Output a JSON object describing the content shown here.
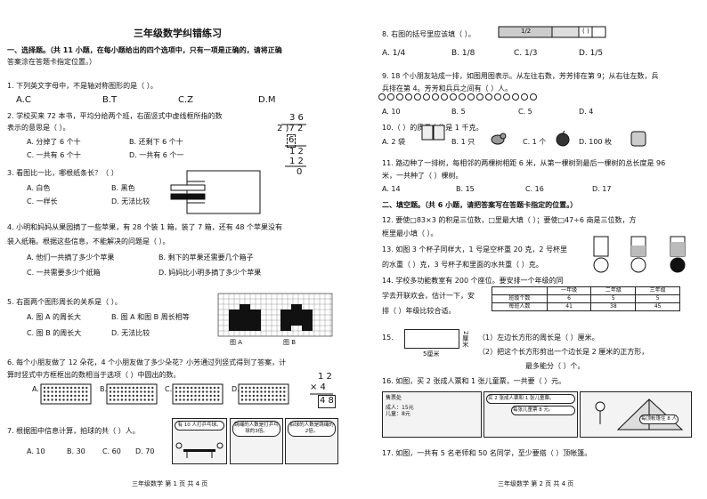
{
  "left": {
    "title": "三年级数学纠错练习",
    "sec1_line1": "一、选择题。（共 11 小题，在每小题给出的四个选项中，只有一项是正确的，请将正确",
    "sec1_line2": "答案涂在答题卡指定位置。）",
    "q1": {
      "text": "1. 下列英文字母中，不是轴对称图形的是（    ）。",
      "opts": [
        "A.C",
        "B.T",
        "C.Z",
        "D.M"
      ]
    },
    "q2": {
      "line1": "2. 学校买来 72 本书，平均分给两个班，右面竖式中虚线框所指的数",
      "line2": "表示的意思是（    ）。",
      "opts": [
        "A. 分掉了 6 个十",
        "B. 还剩下 6 个十",
        "C. 一共有 6 个十",
        "D. 一共有 6 个一"
      ],
      "calc": [
        "3 6",
        "2 )7 2",
        "6",
        "1 2",
        "1 2",
        "0"
      ]
    },
    "q3": {
      "text": "3. 看图比一比，哪根纸条长？（    ）",
      "opts": [
        "A. 白色",
        "B. 黑色",
        "C. 一样长",
        "D. 无法比较"
      ]
    },
    "q4": {
      "line1": "4. 小明和妈妈从果园摘了一些苹果，有 28 个装 1 箱，装了 7 箱，还有 48 个苹果没有",
      "line2": "装入纸箱。根据这些信息，不能解决的问题是（    ）。",
      "opts": [
        "A. 他们一共摘了多少个苹果",
        "B. 剩下的苹果还需要几个箱子",
        "C. 一共需要多少个纸箱",
        "D. 妈妈比小明多摘了多少个苹果"
      ]
    },
    "q5": {
      "text": "5. 右面两个图形周长的关系是（    ）。",
      "opts": [
        "A. 图 A 的周长大",
        "B. 图 A 和图 B 周长相等",
        "C. 图 B 的周长大",
        "D. 无法比较"
      ],
      "figA": "图 A",
      "figB": "图 B"
    },
    "q6": {
      "line1": "6. 每个小朋友做了 12 朵花，4 个小朋友做了多少朵花？小芳通过列竖式得到了答案，计",
      "line2": "算时竖式中方框框出的数相当于选项（    ）中圆出的数。",
      "opts": [
        "A.",
        "B.",
        "C.",
        "D."
      ],
      "calc": [
        "1 2",
        "× 4",
        "4 8"
      ]
    },
    "q7": {
      "text": "7. 根据图中信息计算，拍球的共（    ）人。",
      "opts": [
        "A. 10",
        "B. 30",
        "C. 60",
        "D. 70"
      ],
      "bubbles": [
        "有 10 人打乒乓球。",
        "跳绳的人数是打乒乓球的3倍。",
        "拍球的人数是跳绳的2倍。"
      ]
    },
    "footer": "三年级数学 第 1 页 共 4 页"
  },
  "right": {
    "q8": {
      "text": "8. 右图的括号里应该填（    ）。",
      "opts": [
        "A. 1/4",
        "B. 1/8",
        "C. 1/3",
        "D. 1/5"
      ],
      "bar_label": "1/2",
      "bar_blank": "(   )"
    },
    "q9": {
      "line1": "9. 18 个小朋友站成一排，如图用图表示。从左往右数，芳芳排在第 9；从右往左数，兵",
      "line2": "兵排在第 4。芳芳和兵兵之间有（    ）人。",
      "opts": [
        "A. 10",
        "B. 5",
        "C. 5",
        "D. 4"
      ]
    },
    "q10": {
      "text": "10.（    ）的质量大约是 1 千克。",
      "opts": [
        "A. 2 袋",
        "B. 1 只",
        "C. 1 个",
        "D. 100 枚"
      ]
    },
    "q11": {
      "line1": "11. 路边种了一排树，每相邻的两棵树相距 6 米，从第一棵树到最后一棵树的总长度是 96",
      "line2": "米，一共种了（    ）棵树。",
      "opts": [
        "A. 14",
        "B. 15",
        "C. 16",
        "D. 17"
      ]
    },
    "sec2": "二、填空题。（共 6 小题，请把答案写在答题卡指定的位置。）",
    "q12": {
      "line1": "12. 要使□83×3 的积是三位数，□里最大填（    ）；要使□47÷6 商是三位数，方",
      "line2": "框里最小填（    ）。"
    },
    "q13": {
      "line1": "13. 如图 3 个杯子同样大，1 号是空杯重 20 克，2 号杯里",
      "line2": "的水重（    ）克，3 号杯子和里面的水共重（    ）克。"
    },
    "q14": {
      "line1": "14. 学校多功能教室有 200 个座位。要安排一个年级的同",
      "line2": "学去开联欢会，估计一下，安",
      "line3": "排（    ）年级比较合适。",
      "headers": [
        "",
        "一年级",
        "二年级",
        "三年级"
      ],
      "rows": [
        [
          "班级个数",
          "6",
          "5",
          "5"
        ],
        [
          "每班人数",
          "41",
          "38",
          "45"
        ]
      ]
    },
    "q15": {
      "num": "15.",
      "l1": "（1）左边长方形的周长是（    ）厘米。",
      "l2": "（2）把这个长方形剪出一个边长是 2 厘米的正方形，",
      "l3": "最多能分（    ）个。",
      "w": "5厘米",
      "h": "2厘米"
    },
    "q16": {
      "text": "16. 如图，买 2 张成人票和 1 张儿童票，一共要（    ）元。",
      "signs": [
        "售票处",
        "成人：15元",
        "儿童：8元"
      ],
      "bubble1": "买 2 张成人票和 1 张儿童票。",
      "bubble2": "每张儿童票 8 元。"
    },
    "q17": {
      "text": "17. 如图，一共有 5 名老师和 50 名同学，至少要搭（    ）顶帐篷。",
      "tent": "每顶帐篷住 8 人"
    },
    "footer": "三年级数学 第 2 页 共 4 页"
  }
}
